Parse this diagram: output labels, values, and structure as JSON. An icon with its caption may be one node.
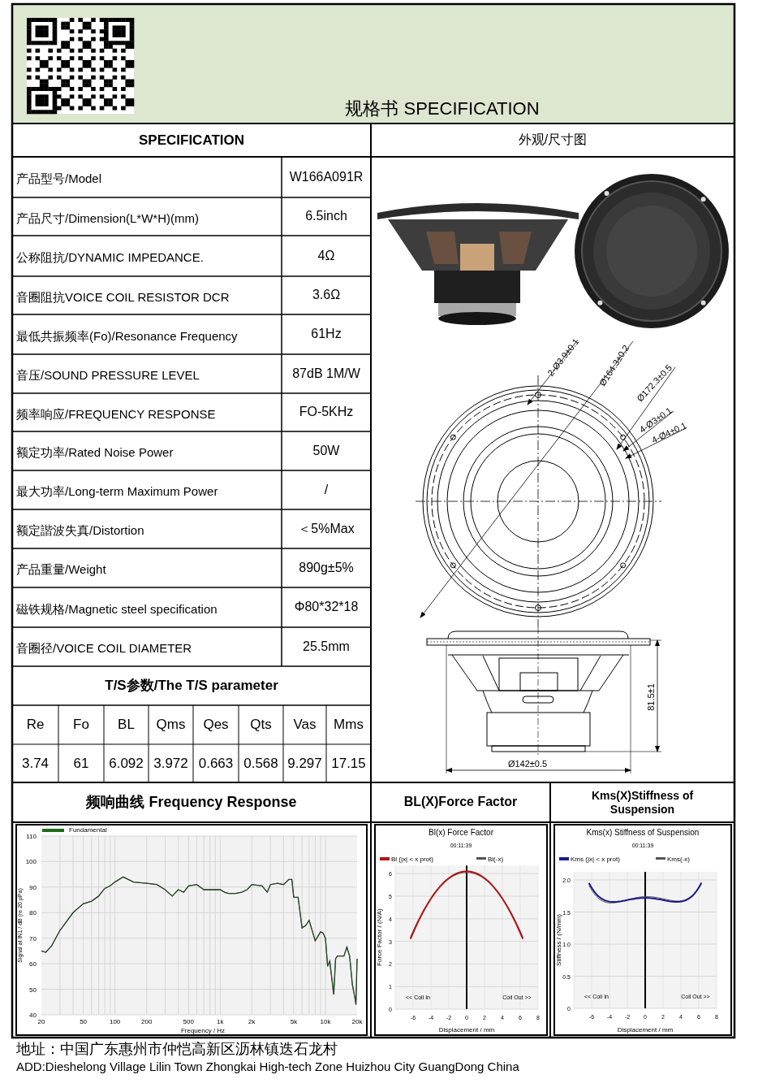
{
  "diagram": {
    "title": "规格书 SPECIFICATION",
    "labels": [
      "SPECIFICATION",
      "外观/尺寸图",
      "产品型号/Model",
      "W166A091R",
      "产品尺寸/Dimension(L*W*H)(mm)",
      "6.5inch",
      "公称阻抗/DYNAMIC IMPEDANCE.",
      "4Ω",
      "音圈阻抗VOICE COIL RESISTOR DCR",
      "3.6Ω",
      "最低共振频率(Fo)/Resonance Frequency",
      "61Hz",
      "音压/SOUND PRESSURE LEVEL",
      "87dB 1M/W",
      "频率响应/FREQUENCY RESPONSE",
      "FO-5KHz",
      "额定功率/Rated Noise Power",
      "50W",
      "最大功率/Long-term Maximum Power",
      "/",
      "额定諧波失真/Distortion",
      "＜5%Max",
      "产品重量/Weight",
      "890g±5%",
      "磁铁规格/Magnetic steel specification",
      "Φ80*32*18",
      "音圈径/VOICE COIL DIAMETER",
      "25.5mm",
      "2-Ø3.9±0.1",
      "Ø164.3±0.2",
      "Ø172.3±0.5",
      "4-Ø3±0.1",
      "4-Ø4±0.1",
      "81.5±1",
      "Ø142±0.5",
      "T/S参数/The T/S parameter",
      "Re",
      "Fo",
      "BL",
      "Qms",
      "Qes",
      "Qts",
      "Vas",
      "Mms",
      "3.74",
      "61",
      "6.092",
      "3.972",
      "0.663",
      "0.568",
      "9.297",
      "17.15",
      "频响曲线 Frequency Response",
      "BL(X)Force Factor",
      "Kms(X)Stiffness of Suspension",
      "Fundamental",
      "110",
      "100",
      "90",
      "80",
      "70",
      "60",
      "50",
      "40",
      "20",
      "50",
      "100",
      "200",
      "500",
      "1k",
      "2k",
      "5k",
      "10k",
      "20k",
      "Frequency / Hz",
      "Signal at IN1 / dB (re 20 µPa)",
      "Bl(x) Force Factor",
      "00:11:39",
      "Bl (|x| < x prot)",
      "Bl(-x)",
      "0",
      "1",
      "2",
      "3",
      "4",
      "5",
      "6",
      "-6",
      "-4",
      "-2",
      "0",
      "2",
      "4",
      "6",
      "8",
      "Force Factor / (N/A)",
      "<< Coil In",
      "Coil Out >>",
      "Displacement / mm",
      "Kms(x) Stiffness of Suspension",
      "00:11:39",
      "Kms (|x| < x prot)",
      "Kms(-x)",
      "0",
      "0.5",
      "1.0",
      "1.5",
      "2.0",
      "-6",
      "-4",
      "-2",
      "0",
      "2",
      "4",
      "6",
      "8",
      "Stiffness / (N/mm)",
      "<< Coil In",
      "Coil Out >>",
      "Displacement / mm",
      "地址：中国广东惠州市仲恺高新区沥林镇迭石龙村",
      "ADD:Dieshelong Village Lilin  Town Zhongkai High-tech Zone Huizhou City GuangDong China"
    ]
  }
}
